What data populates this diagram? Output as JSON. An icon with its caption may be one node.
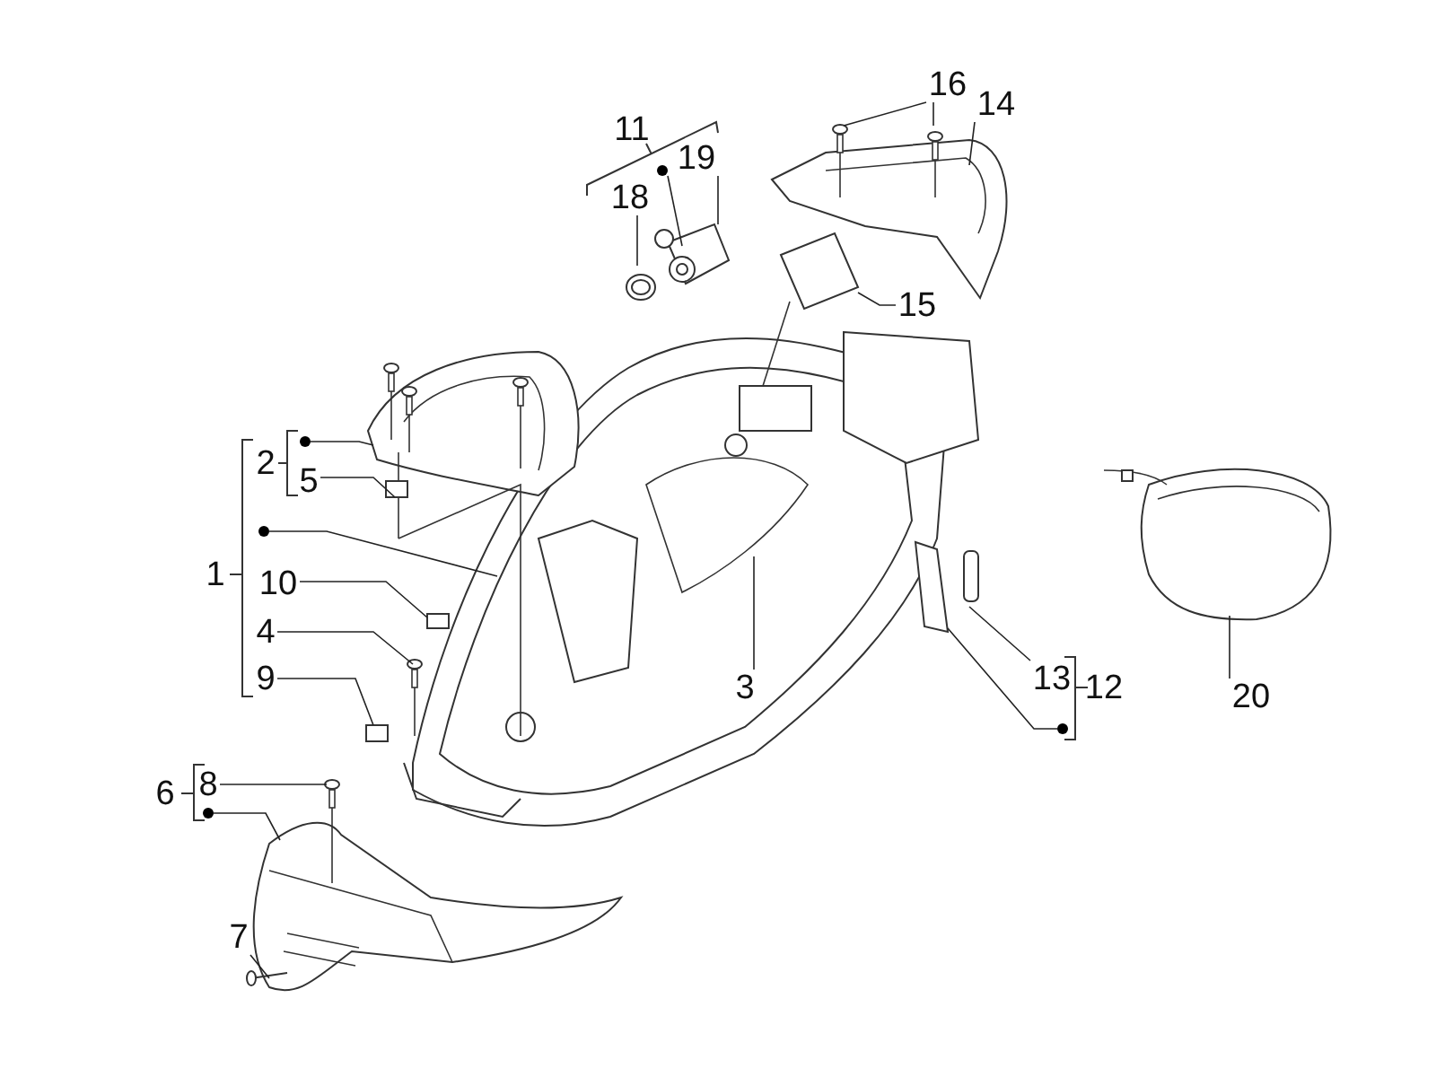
{
  "diagram": {
    "nodes": [
      {
        "text": [
          "16"
        ]
      },
      {
        "text": [
          "14"
        ]
      },
      {
        "text": [
          "19"
        ]
      },
      {
        "text": [
          "18"
        ]
      },
      {
        "text": [],
        "shape": "circle"
      },
      {
        "text": [
          "15"
        ]
      },
      {
        "text": [],
        "shape": "circle"
      },
      {
        "text": [
          "5"
        ]
      },
      {
        "text": [],
        "shape": "circle"
      },
      {
        "text": [
          "10"
        ]
      },
      {
        "text": [
          "4"
        ]
      },
      {
        "text": [
          "9"
        ]
      },
      {
        "text": [
          "3"
        ]
      },
      {
        "text": [
          "8"
        ]
      },
      {
        "text": [],
        "shape": "circle"
      },
      {
        "text": [
          "7"
        ]
      },
      {
        "text": [
          "13"
        ]
      },
      {
        "text": [],
        "shape": "circle"
      },
      {
        "text": [
          "20"
        ]
      }
    ],
    "edges": [
      {
        "from": 0,
        "to": null,
        "arrow": "none"
      },
      {
        "from": 0,
        "to": null,
        "arrow": "none"
      },
      {
        "from": 1,
        "to": null,
        "arrow": "none"
      },
      {
        "from": 2,
        "to": null,
        "arrow": "none"
      },
      {
        "from": 3,
        "to": null,
        "arrow": "none"
      },
      {
        "from": 4,
        "to": null,
        "arrow": "none"
      },
      {
        "from": 5,
        "to": null,
        "arrow": "none"
      },
      {
        "from": 6,
        "to": null,
        "arrow": "none"
      },
      {
        "from": 7,
        "to": null,
        "arrow": "none"
      },
      {
        "from": 8,
        "to": null,
        "arrow": "none"
      },
      {
        "from": 9,
        "to": null,
        "arrow": "none"
      },
      {
        "from": 10,
        "to": null,
        "arrow": "none"
      },
      {
        "from": 11,
        "to": null,
        "arrow": "none"
      },
      {
        "from": 12,
        "to": null,
        "arrow": "none"
      },
      {
        "from": 13,
        "to": null,
        "arrow": "none"
      },
      {
        "from": 14,
        "to": null,
        "arrow": "none"
      },
      {
        "from": 15,
        "to": null,
        "arrow": "none"
      },
      {
        "from": 16,
        "to": null,
        "arrow": "none"
      },
      {
        "from": 17,
        "to": null,
        "arrow": "none"
      },
      {
        "from": 18,
        "to": null,
        "arrow": "none"
      }
    ],
    "labels": [
      "11",
      "2",
      "1",
      "12",
      "6"
    ]
  }
}
